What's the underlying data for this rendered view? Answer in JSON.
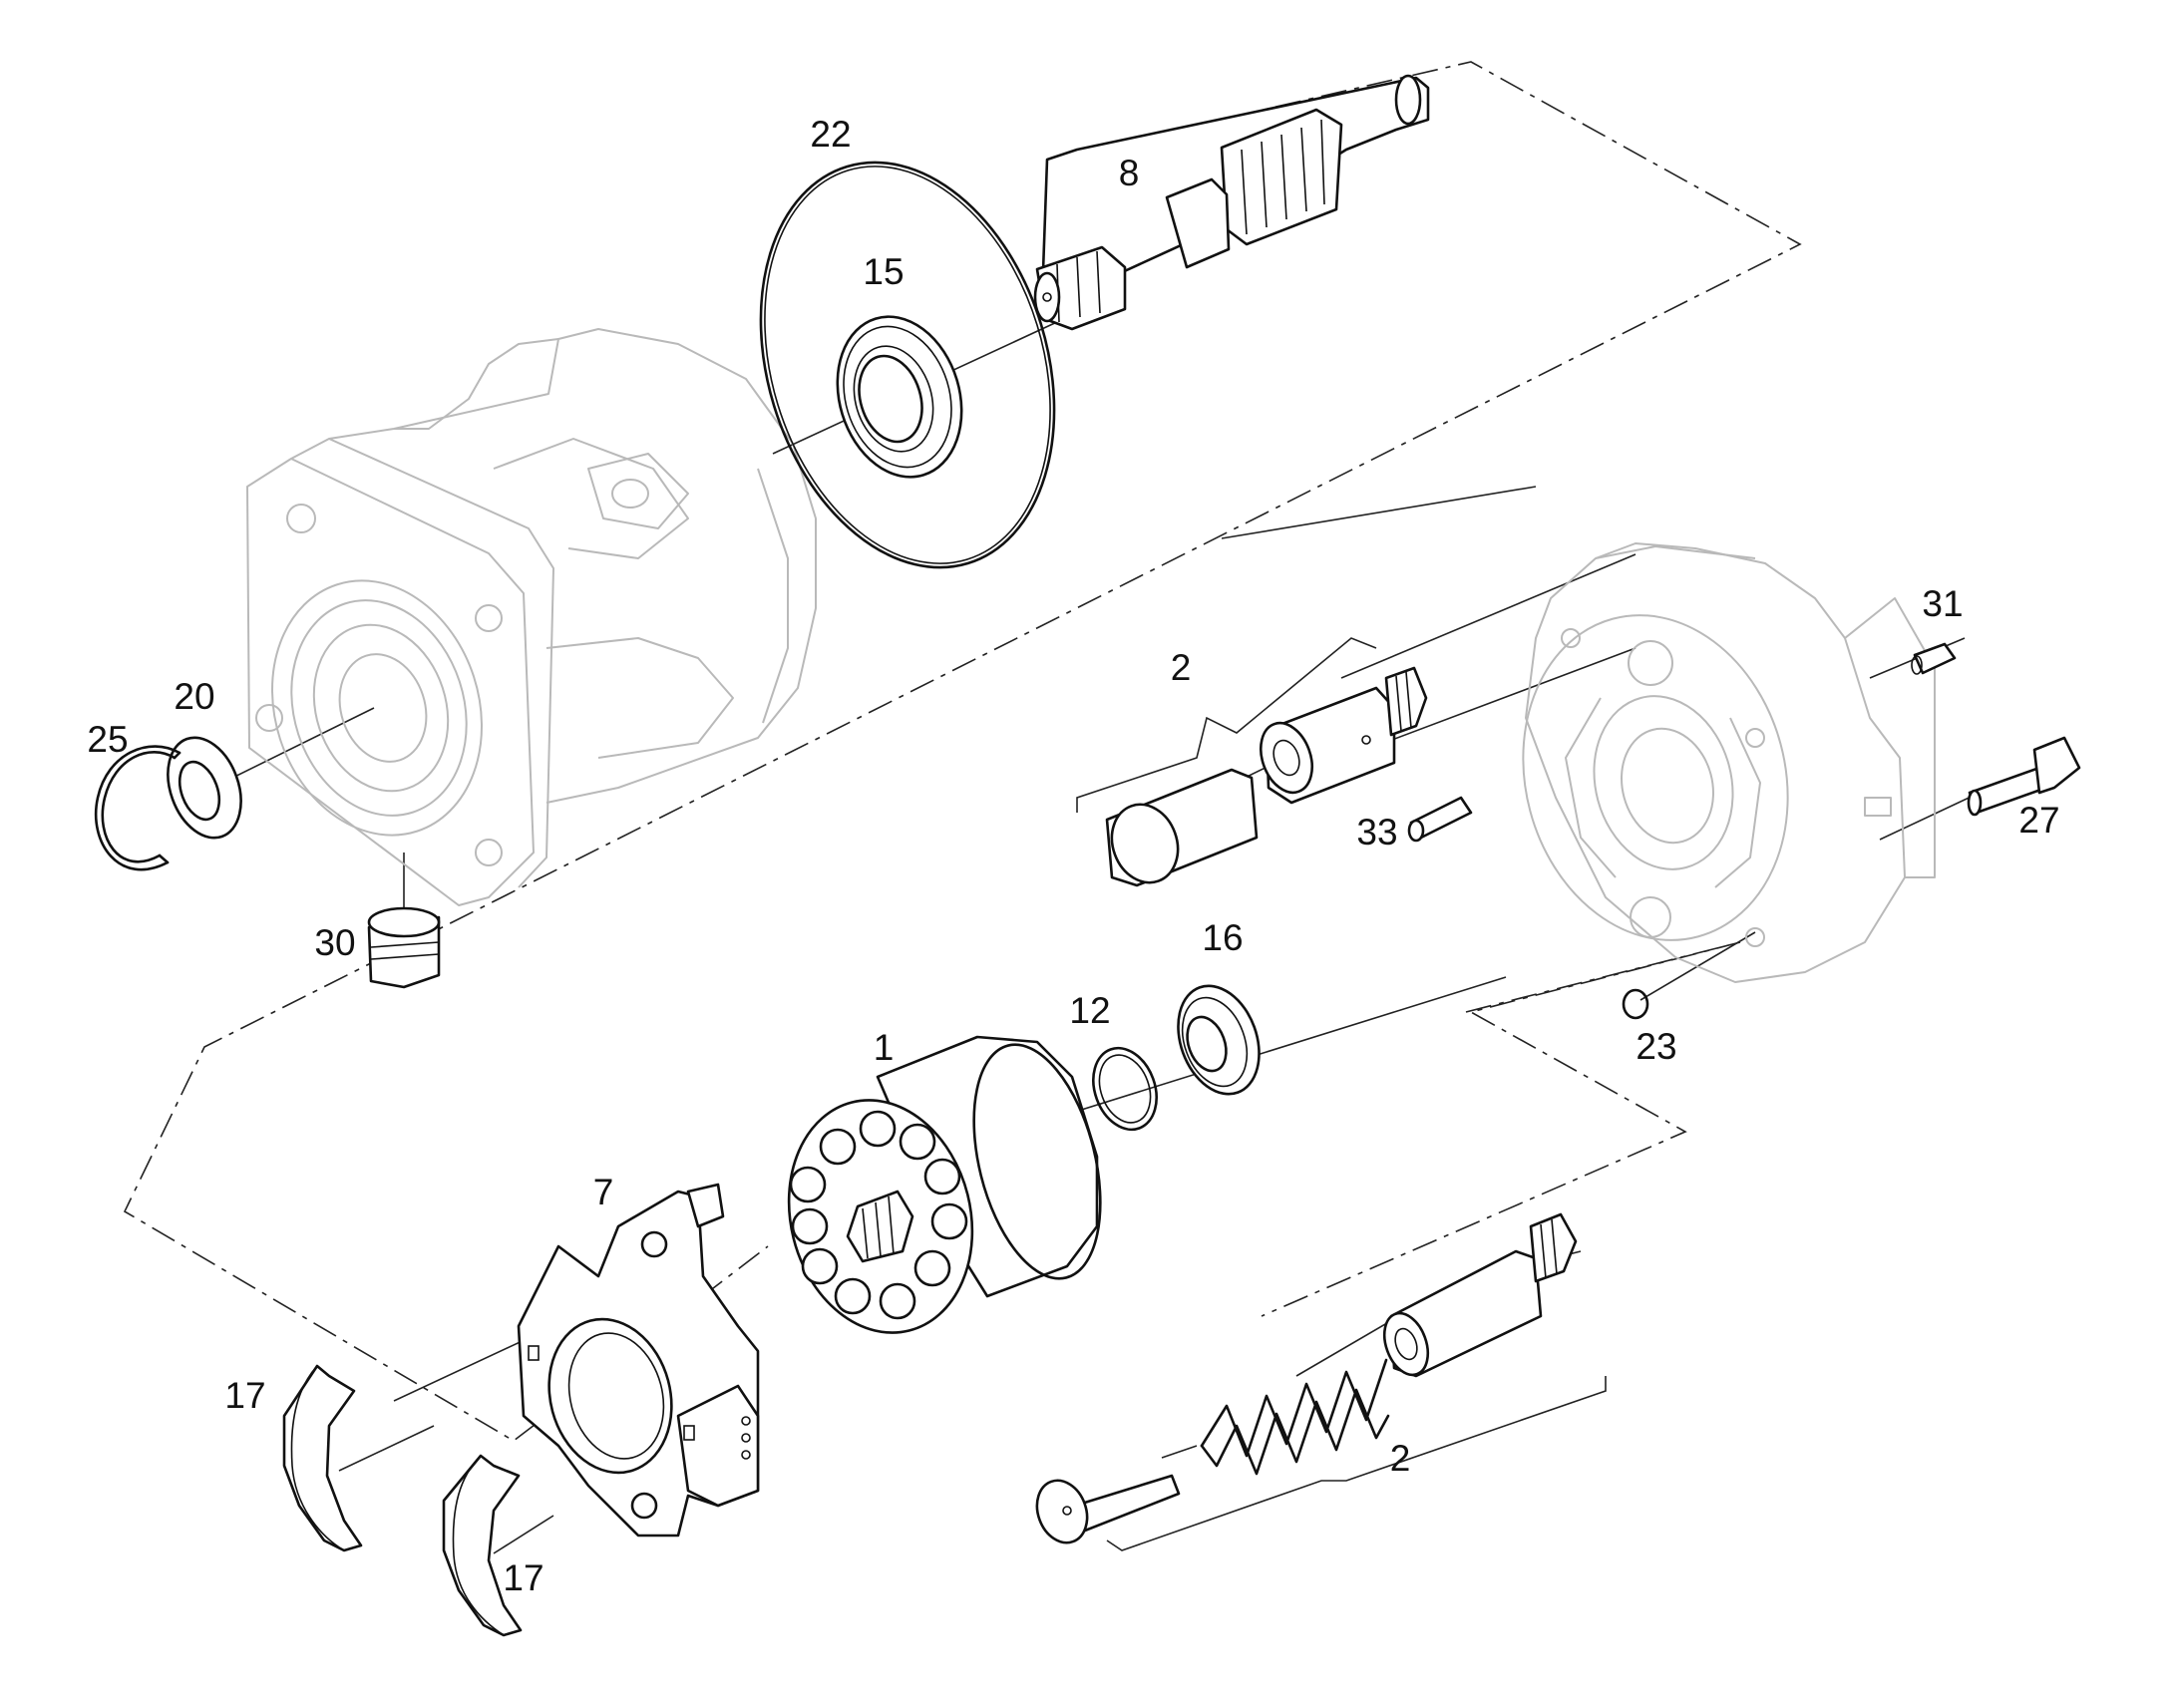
{
  "diagram": {
    "callouts": [
      {
        "id": "c22",
        "text": "22"
      },
      {
        "id": "c8",
        "text": "8"
      },
      {
        "id": "c15",
        "text": "15"
      },
      {
        "id": "c31",
        "text": "31"
      },
      {
        "id": "c2a",
        "text": "2"
      },
      {
        "id": "c20",
        "text": "20"
      },
      {
        "id": "c25",
        "text": "25"
      },
      {
        "id": "c33",
        "text": "33"
      },
      {
        "id": "c27",
        "text": "27"
      },
      {
        "id": "c30",
        "text": "30"
      },
      {
        "id": "c16",
        "text": "16"
      },
      {
        "id": "c12",
        "text": "12"
      },
      {
        "id": "c1",
        "text": "1"
      },
      {
        "id": "c23",
        "text": "23"
      },
      {
        "id": "c7",
        "text": "7"
      },
      {
        "id": "c17a",
        "text": "17"
      },
      {
        "id": "c17b",
        "text": "17"
      },
      {
        "id": "c2b",
        "text": "2"
      }
    ]
  }
}
